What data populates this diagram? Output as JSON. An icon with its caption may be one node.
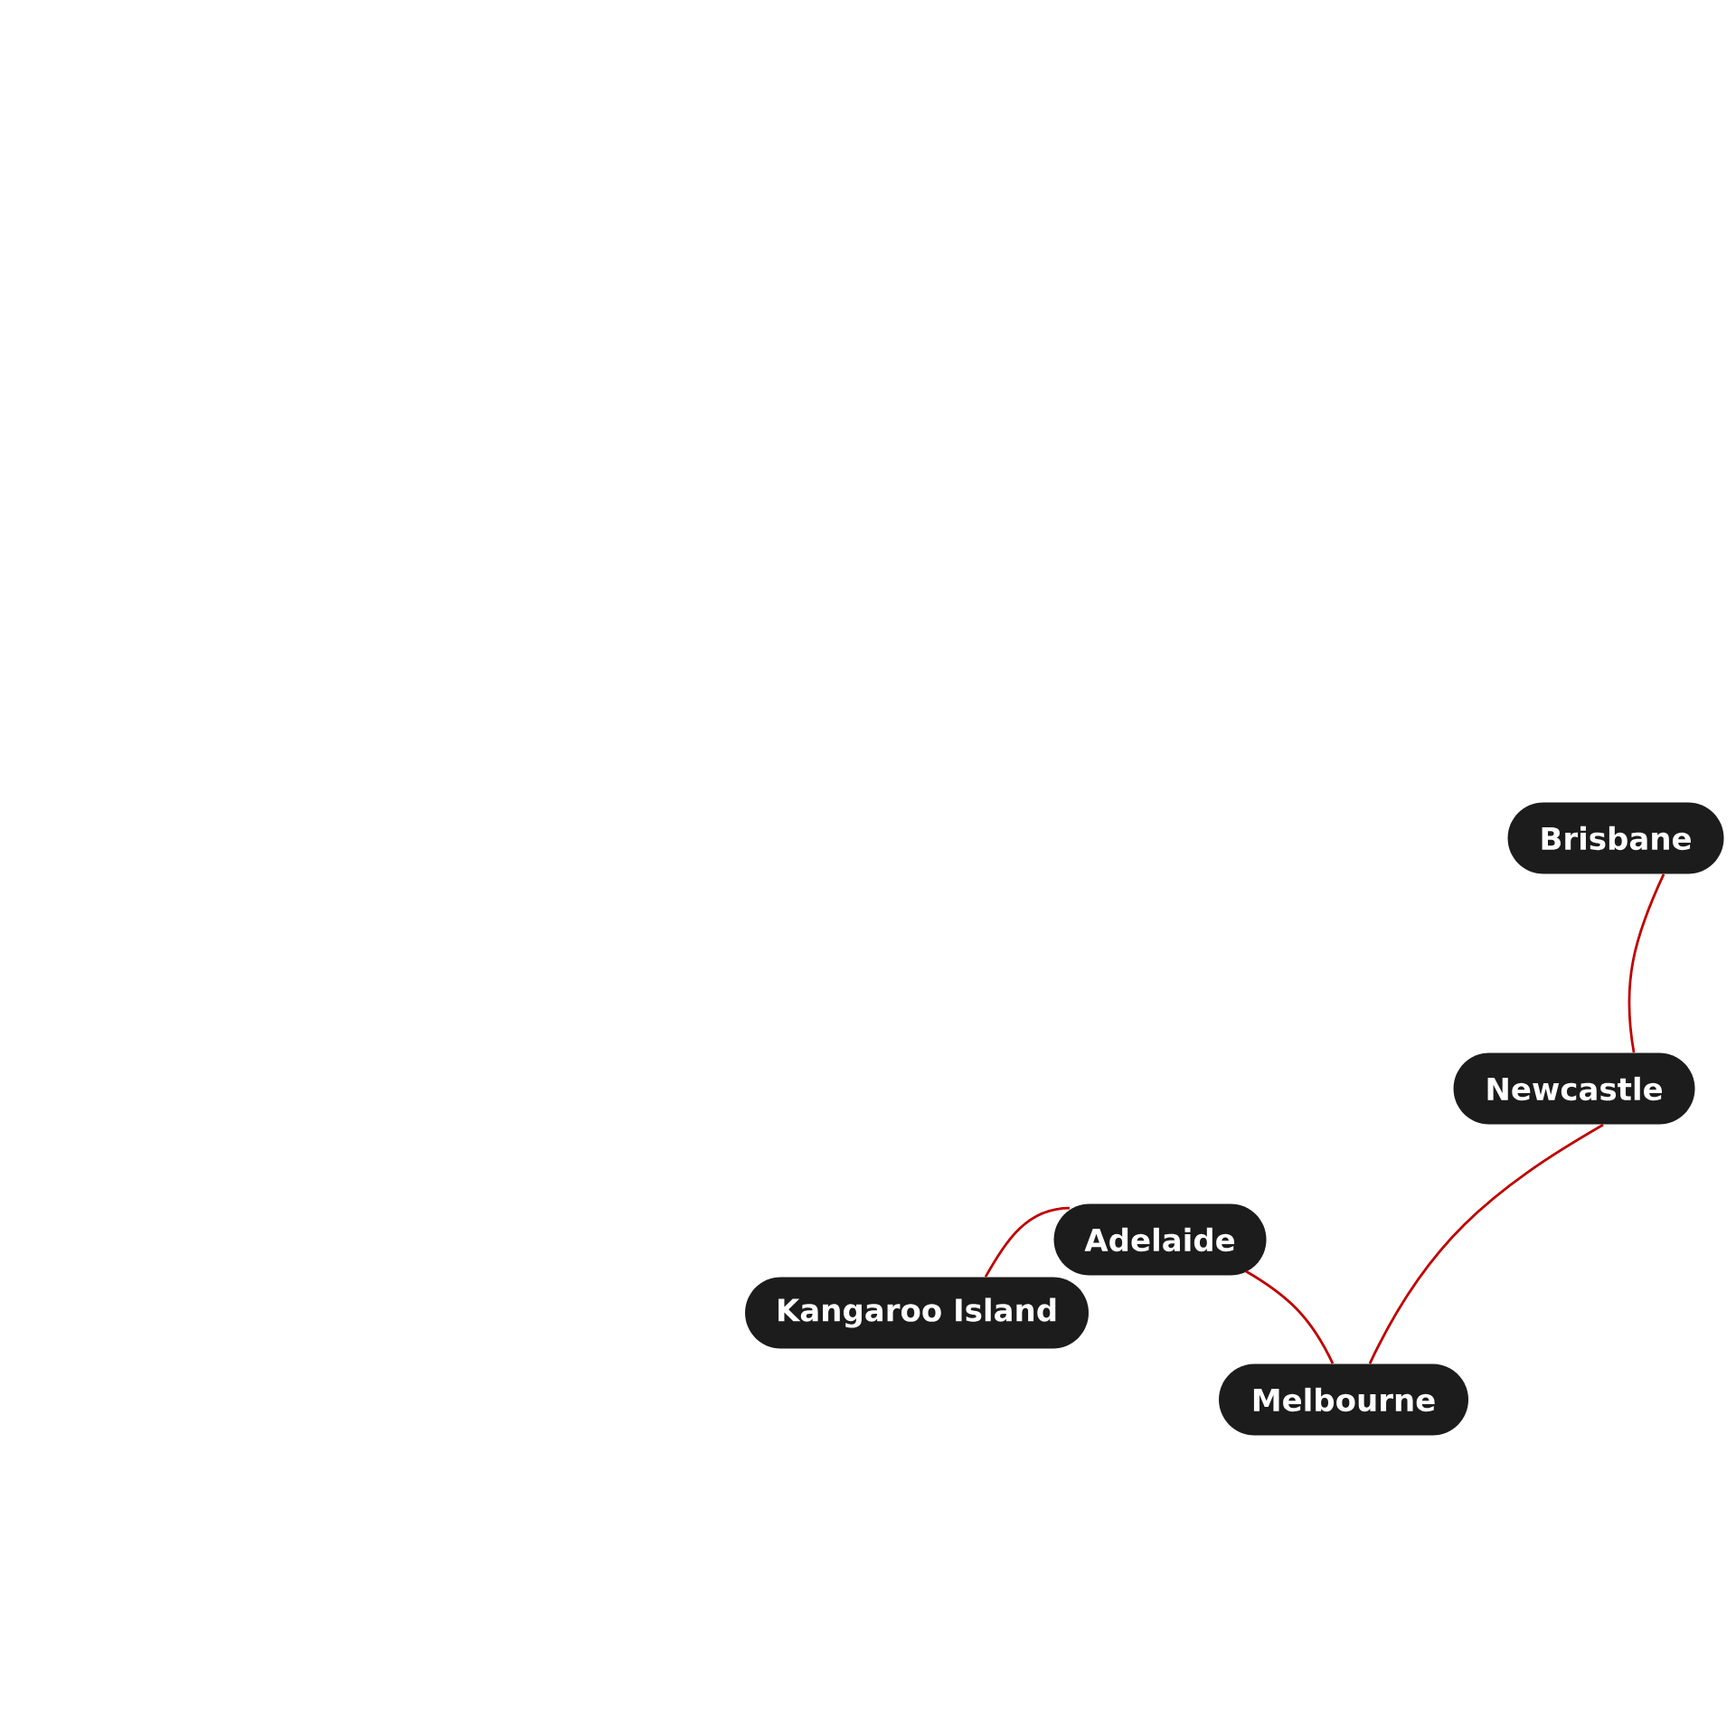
{
  "diagram": {
    "nodes": [
      {
        "text": [
          "Brisbane"
        ]
      },
      {
        "text": [
          "Newcastle"
        ]
      },
      {
        "text": [
          "Adelaide"
        ]
      },
      {
        "text": [
          "Kangaroo Island"
        ]
      },
      {
        "text": [
          "Melbourne"
        ]
      }
    ],
    "edges": [
      {
        "from": 0,
        "to": 1,
        "arrow": "none"
      },
      {
        "from": 1,
        "to": 4,
        "arrow": "none"
      },
      {
        "from": 2,
        "to": 4,
        "arrow": "none"
      },
      {
        "from": 2,
        "to": 3,
        "arrow": "none"
      }
    ]
  }
}
